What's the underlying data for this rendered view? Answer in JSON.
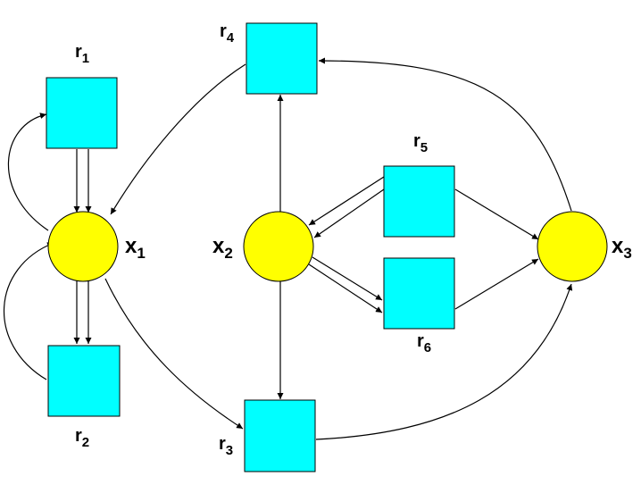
{
  "colors": {
    "species_fill": "#FFFF00",
    "reaction_fill": "#00FFFF",
    "stroke": "#000000"
  },
  "species": [
    {
      "id": "x1",
      "base": "x",
      "sub": "1"
    },
    {
      "id": "x2",
      "base": "x",
      "sub": "2"
    },
    {
      "id": "x3",
      "base": "x",
      "sub": "3"
    }
  ],
  "reactions": [
    {
      "id": "r1",
      "base": "r",
      "sub": "1"
    },
    {
      "id": "r2",
      "base": "r",
      "sub": "2"
    },
    {
      "id": "r3",
      "base": "r",
      "sub": "3"
    },
    {
      "id": "r4",
      "base": "r",
      "sub": "4"
    },
    {
      "id": "r5",
      "base": "r",
      "sub": "5"
    },
    {
      "id": "r6",
      "base": "r",
      "sub": "6"
    }
  ]
}
